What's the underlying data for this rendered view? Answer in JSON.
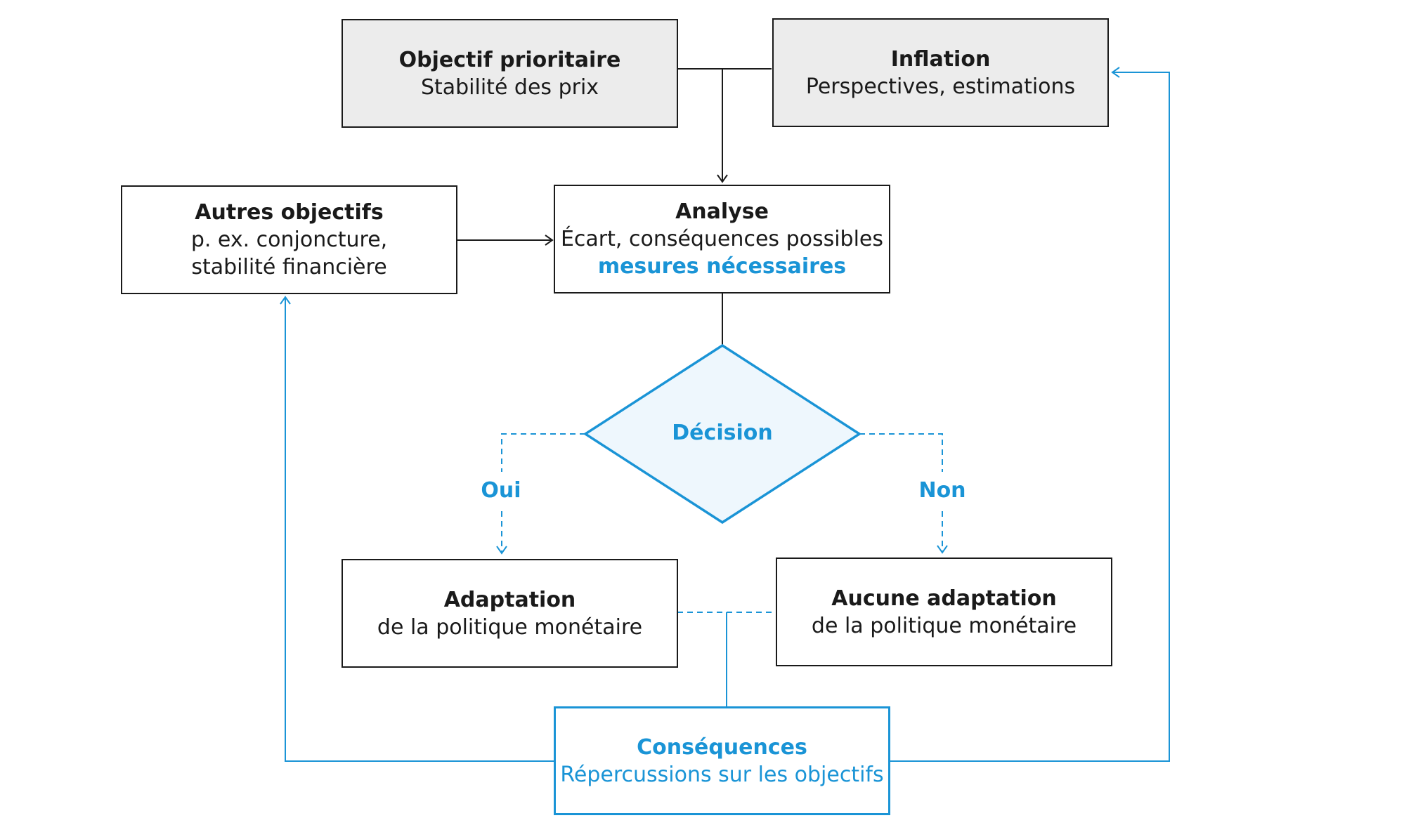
{
  "colors": {
    "accent": "#1a94d6",
    "border": "#1a1a1a",
    "grey_fill": "#ececec",
    "diamond_fill": "#eef7fd"
  },
  "objectif": {
    "title": "Objectif prioritaire",
    "line1": "Stabilité des prix"
  },
  "inflation": {
    "title": "Inflation",
    "line1": "Perspectives, estimations"
  },
  "autres": {
    "title": "Autres objectifs",
    "line1": "p. ex. conjoncture,",
    "line2": "stabilité financière"
  },
  "analyse": {
    "title": "Analyse",
    "line1": "Écart, conséquences possibles",
    "line2": "mesures nécessaires"
  },
  "decision": {
    "label": "Décision",
    "yes": "Oui",
    "no": "Non"
  },
  "adaptation": {
    "title": "Adaptation",
    "line1": "de la politique monétaire"
  },
  "aucune": {
    "title": "Aucune adaptation",
    "line1": "de la politique monétaire"
  },
  "consequences": {
    "title": "Conséquences",
    "line1": "Répercussions sur les objectifs"
  }
}
